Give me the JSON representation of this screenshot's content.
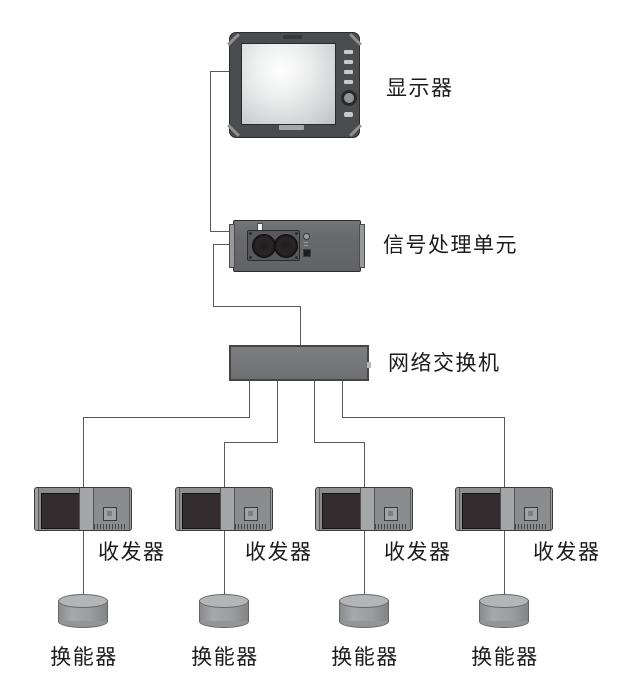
{
  "diagram": {
    "type": "system-architecture",
    "background": "#ffffff",
    "line_color": "#58595b",
    "label_color": "#1b1b1b",
    "nodes": {
      "display": {
        "label": "显示器"
      },
      "signal_processing_unit": {
        "label": "信号处理单元"
      },
      "network_switch": {
        "label": "网络交换机"
      },
      "transceivers": [
        {
          "label": "收发器"
        },
        {
          "label": "收发器"
        },
        {
          "label": "收发器"
        },
        {
          "label": "收发器"
        }
      ],
      "transducers": [
        {
          "label": "换能器"
        },
        {
          "label": "换能器"
        },
        {
          "label": "换能器"
        },
        {
          "label": "换能器"
        }
      ]
    },
    "connections": [
      "display - signal_processing_unit",
      "signal_processing_unit - network_switch",
      "network_switch - transceiver_1",
      "network_switch - transceiver_2",
      "network_switch - transceiver_3",
      "network_switch - transceiver_4",
      "transceiver_1 - transducer_1",
      "transceiver_2 - transducer_2",
      "transceiver_3 - transducer_3",
      "transceiver_4 - transducer_4"
    ]
  }
}
